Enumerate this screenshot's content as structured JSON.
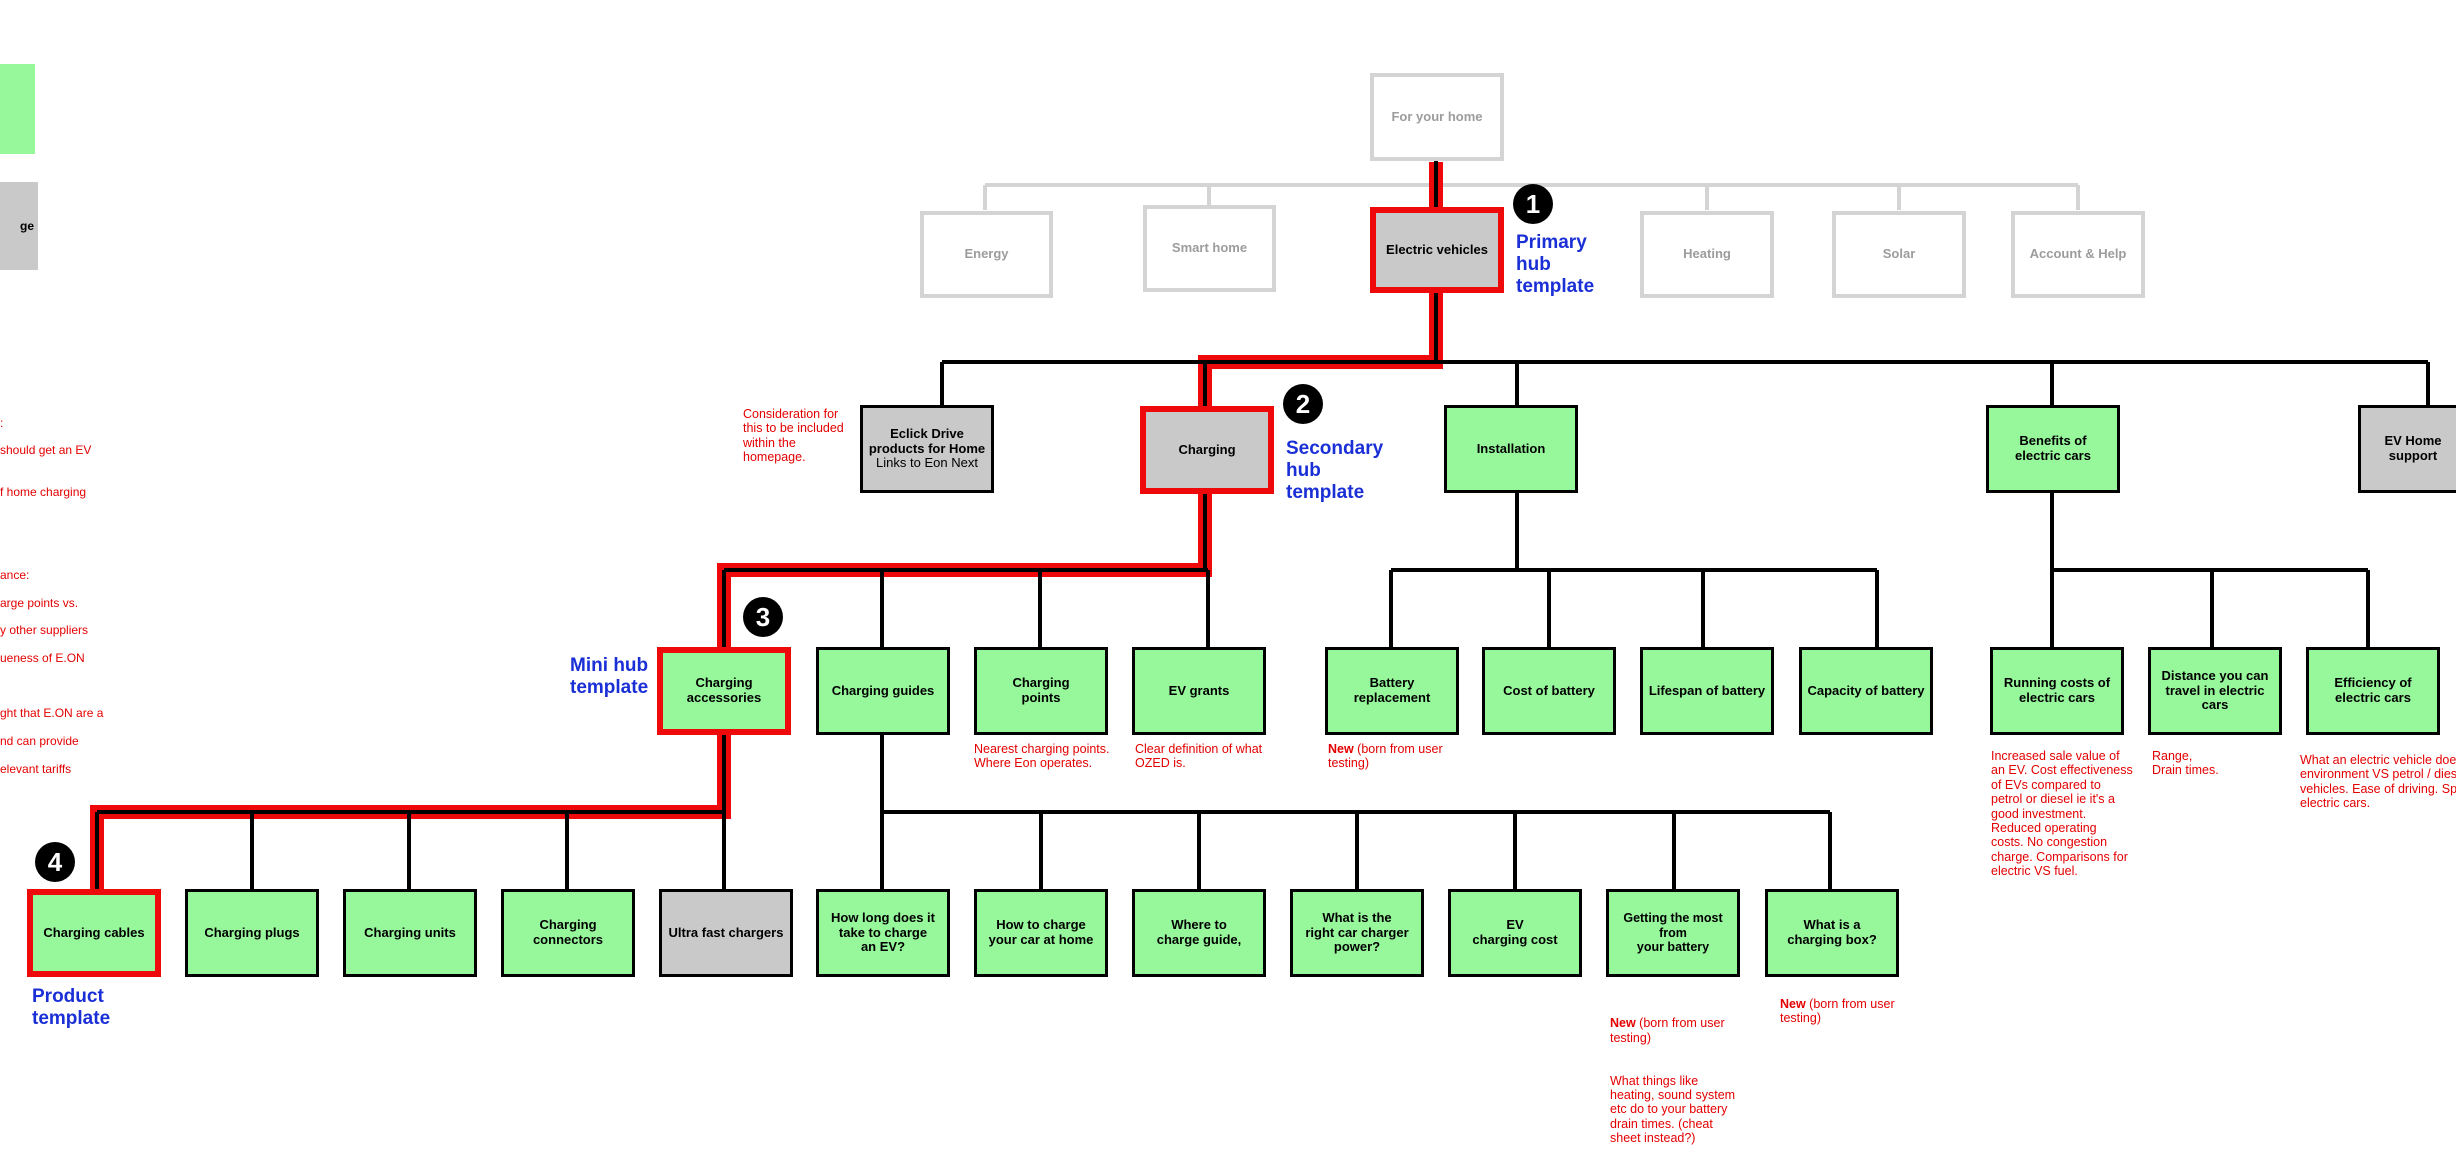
{
  "legend": {
    "grey_label": "ge",
    "left_notes": [
      ":",
      "should get an EV",
      "",
      "f home charging",
      "",
      "",
      "",
      "ance:",
      "arge points vs.",
      "y other suppliers",
      "ueness of E.ON",
      "",
      "ght that E.ON are a",
      "nd can provide",
      "elevant tariffs"
    ]
  },
  "colors": {
    "green": "#97f79b",
    "grey": "#c9c9c9",
    "highlight": "#ee0a0a",
    "template_label": "#1a2fd6",
    "note": "#e40000"
  },
  "root": "For your home",
  "primary_nav": [
    "Energy",
    "Smart home",
    "Electric vehicles",
    "Heating",
    "Solar",
    "Account & Help"
  ],
  "ev_children": {
    "eclick_title": "Eclick Drive\nproducts for Home",
    "eclick_sub": "Links to Eon Next",
    "charging": "Charging",
    "installation": "Installation",
    "benefits": "Benefits of\nelectric cars",
    "home_support": "EV Home\nsupport"
  },
  "charging_children": [
    "Charging\naccessories",
    "Charging guides",
    "Charging\npoints",
    "EV grants"
  ],
  "installation_children": [
    "Battery replacement",
    "Cost of battery",
    "Lifespan of battery",
    "Capacity of battery"
  ],
  "benefits_children": [
    "Running costs of\nelectric cars",
    "Distance you can\ntravel in electric\ncars",
    "Efficiency of\nelectric cars"
  ],
  "accessories_children": [
    "Charging cables",
    "Charging plugs",
    "Charging units",
    "Charging\nconnectors",
    "Ultra fast chargers"
  ],
  "guides_children": [
    "How long does it\ntake to charge\nan EV?",
    "How to charge\nyour car at home",
    "Where to\ncharge guide,",
    "What is the\nright car charger\npower?",
    "EV\ncharging cost",
    "Getting the most from\nyour battery",
    "What is a\ncharging box?"
  ],
  "badges": [
    "1",
    "2",
    "3",
    "4"
  ],
  "templates": {
    "primary": "Primary\nhub\ntemplate",
    "secondary": "Secondary\nhub\ntemplate",
    "mini": "Mini hub\ntemplate",
    "product": "Product\ntemplate"
  },
  "notes": {
    "consideration": "Consideration for\nthis to be included\nwithin the\nhomepage.",
    "charging_points": "Nearest charging points.\nWhere Eon operates.",
    "ev_grants": "Clear definition of what\nOZED is.",
    "new_label": "New",
    "new_suffix": " (born from user\ntesting)",
    "battery_extra": "What things like\nheating, sound system\netc do to your battery\ndrain times. (cheat\nsheet instead?)",
    "running_costs": "Increased sale value of\nan EV. Cost effectiveness\nof EVs compared to\npetrol or diesel ie it's a\ngood investment.\nReduced operating\ncosts. No congestion\ncharge. Comparisons for\nelectric VS fuel.",
    "distance": "Range,\nDrain times.",
    "efficiency": "What an electric vehicle does\nenvironment VS petrol / diese\nvehicles. Ease of driving. Spee\nelectric cars."
  }
}
